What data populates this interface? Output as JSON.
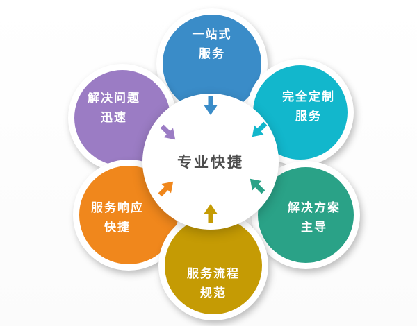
{
  "diagram": {
    "center": {
      "label": "专业快捷",
      "bg_color": "#ffffff",
      "text_color": "#4d4d4d"
    },
    "nodes": [
      {
        "position": "top",
        "line1": "一站式",
        "line2": "服务",
        "color": "#3a8cc8",
        "arrow_direction": "down"
      },
      {
        "position": "top-right",
        "line1": "完全定制",
        "line2": "服务",
        "color": "#12b7cc",
        "arrow_direction": "down-left"
      },
      {
        "position": "bottom-right",
        "line1": "解决方案",
        "line2": "主导",
        "color": "#2aa287",
        "arrow_direction": "up-left"
      },
      {
        "position": "bottom",
        "line1": "服务流程",
        "line2": "规范",
        "color": "#c59b04",
        "arrow_direction": "up"
      },
      {
        "position": "bottom-left",
        "line1": "服务响应",
        "line2": "快捷",
        "color": "#f0871c",
        "arrow_direction": "up-right"
      },
      {
        "position": "top-left",
        "line1": "解决问题",
        "line2": "迅速",
        "color": "#9b7cc4",
        "arrow_direction": "down-right"
      }
    ]
  }
}
